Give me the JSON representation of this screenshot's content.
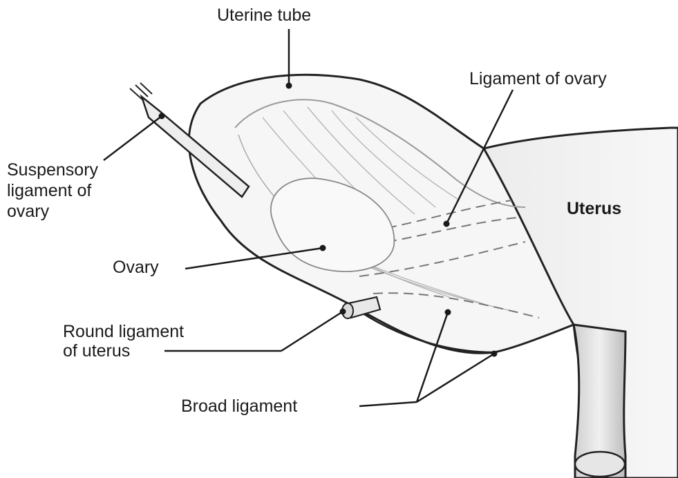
{
  "labels": {
    "uterine_tube": "Uterine tube",
    "ligament_of_ovary": "Ligament of ovary",
    "suspensory_line1": "Suspensory",
    "suspensory_line2": "ligament of",
    "suspensory_line3": "ovary",
    "uterus": "Uterus",
    "ovary": "Ovary",
    "round_line1": "Round ligament",
    "round_line2": "of uterus",
    "broad_ligament": "Broad ligament"
  },
  "colors": {
    "ink": "#1a1a1a",
    "shade": "#d9d9d9",
    "background": "#ffffff"
  }
}
